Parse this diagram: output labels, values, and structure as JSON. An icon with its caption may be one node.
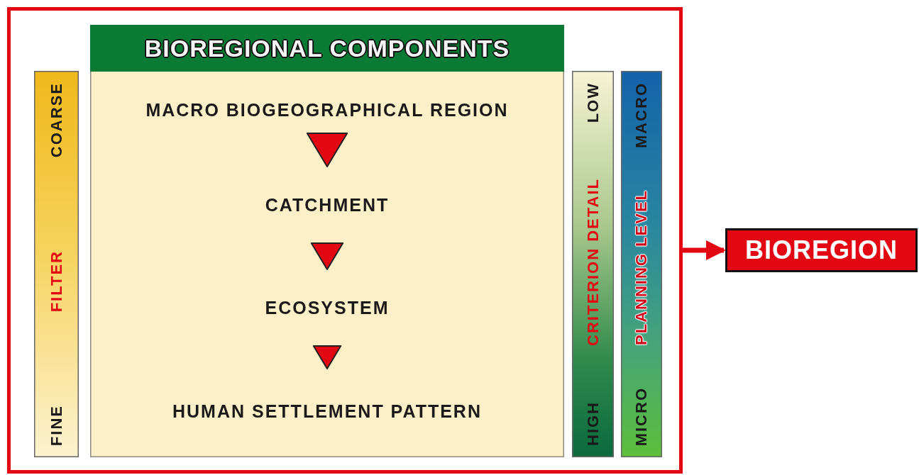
{
  "diagram": {
    "nodes": [
      {
        "text": [],
        "shape": "box"
      },
      {
        "text": [
          "BIOREGIONAL COMPONENTS"
        ],
        "in": 0
      },
      {
        "text": [
          "MACRO BIOGEOGRAPHICAL REGION"
        ],
        "in": 1
      },
      {
        "text": [
          "CATCHMENT"
        ],
        "in": 1
      },
      {
        "text": [
          "ECOSYSTEM"
        ],
        "in": 1
      },
      {
        "text": [
          "HUMAN SETTLEMENT PATTERN"
        ],
        "in": 1
      },
      {
        "text": [
          "COARSE",
          "FILTER",
          "FINE"
        ],
        "in": 0
      },
      {
        "text": [
          "LOW",
          "CRITERION DETAIL",
          "HIGH"
        ],
        "in": 0
      },
      {
        "text": [
          "MACRO",
          "PLANNING LEVEL",
          "MICRO"
        ],
        "in": 0
      },
      {
        "text": [
          "BIOREGION"
        ]
      }
    ],
    "edges": [
      {
        "from": 2,
        "to": 3,
        "arrow": "to"
      },
      {
        "from": 3,
        "to": 4,
        "arrow": "to"
      },
      {
        "from": 4,
        "to": 5,
        "arrow": "to"
      },
      {
        "from": 0,
        "to": 9,
        "arrow": "to"
      }
    ]
  }
}
